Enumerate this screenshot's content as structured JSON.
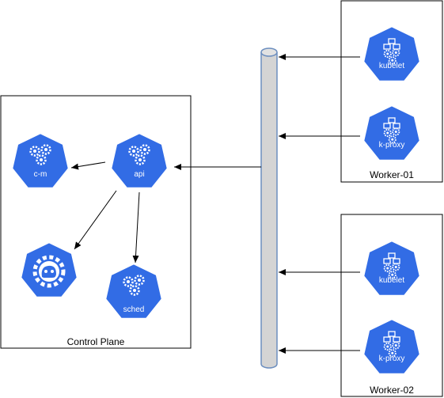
{
  "groups": {
    "control_plane": "Control Plane",
    "worker_01": "Worker-01",
    "worker_02": "Worker-02"
  },
  "nodes": {
    "cm": "c-m",
    "api": "api",
    "sched": "sched",
    "kubelet_1": "kubelet",
    "kproxy_1": "k-proxy",
    "kubelet_2": "kubelet",
    "kproxy_2": "k-proxy"
  },
  "colors": {
    "k8s_blue": "#326CE5",
    "bus_fill": "#D4D4D4",
    "bus_stroke": "#6C8EBF"
  },
  "icons": {
    "cm": "gears-icon",
    "api": "gears-icon",
    "sched": "gears-icon",
    "ccm": "cloud-controller-icon",
    "kubelet": "gears-icon",
    "kproxy": "gears-icon"
  }
}
